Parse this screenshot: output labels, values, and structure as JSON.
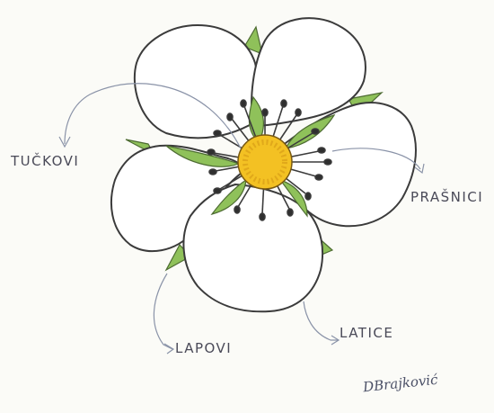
{
  "labels": {
    "pistils": "TUČKOVI",
    "stamens": "PRAŠNICI",
    "sepals": "LAPOVI",
    "petals": "LATICE"
  },
  "signature": "DBrajković",
  "colors": {
    "outline": "#3b3b3b",
    "petal": "#ffffff",
    "sepal": "#8fc15a",
    "center": "#f3c123",
    "stamen": "#2f2f2f",
    "pointer": "#8a93a8"
  }
}
